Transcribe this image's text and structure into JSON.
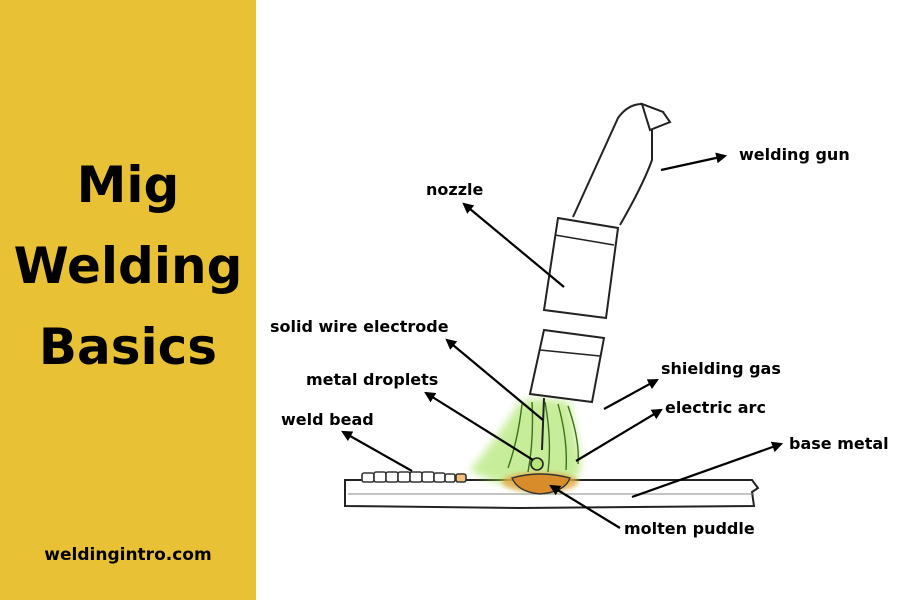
{
  "sidebar": {
    "title_lines": [
      "Mig",
      "Welding",
      "Basics"
    ],
    "website": "weldingintro.com",
    "background": "#E9C135"
  },
  "diagram": {
    "labels": {
      "welding_gun": "welding gun",
      "nozzle": "nozzle",
      "solid_wire_electrode": "solid wire electrode",
      "metal_droplets": "metal droplets",
      "weld_bead": "weld bead",
      "shielding_gas": "shielding gas",
      "electric_arc": "electric arc",
      "base_metal": "base metal",
      "molten_puddle": "molten puddle"
    },
    "colors": {
      "gas": "#9BE04A",
      "puddle": "#E8A33C",
      "line": "#222222"
    }
  }
}
